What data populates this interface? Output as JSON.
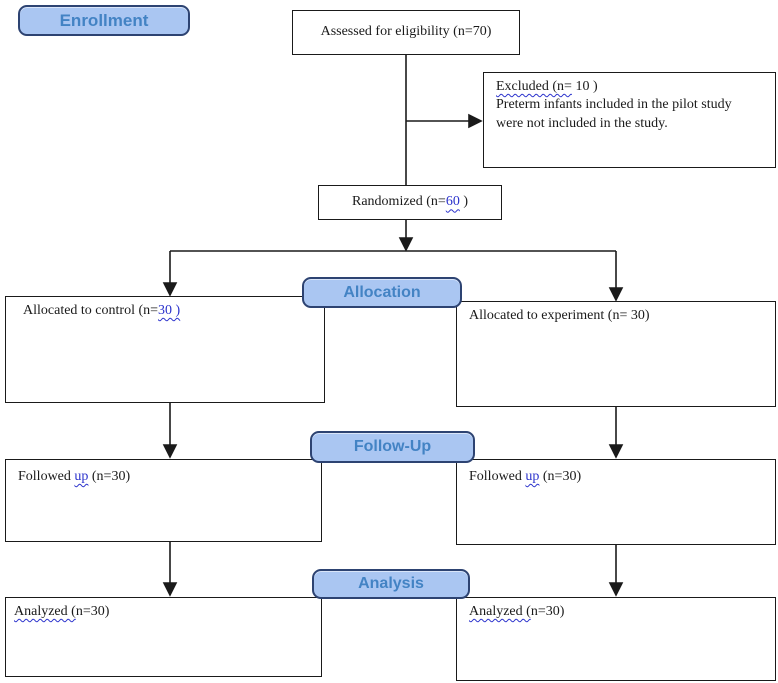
{
  "stages": {
    "enrollment": {
      "label": "Enrollment"
    },
    "allocation": {
      "label": "Allocation"
    },
    "followup": {
      "label": "Follow-Up"
    },
    "analysis": {
      "label": "Analysis"
    }
  },
  "boxes": {
    "assessed": {
      "text": "Assessed for eligibility (n=70)"
    },
    "excluded": {
      "line1_marked": "Excluded (n=",
      "line1_rest": " 10 )",
      "line2": "Preterm infants included in the pilot study",
      "line3": "were not included in the study."
    },
    "randomized": {
      "prefix": "Randomized (n=",
      "marked": "60",
      "suffix": " )"
    },
    "allocated_control": {
      "prefix": "Allocated to control (n=",
      "marked": "30 )"
    },
    "allocated_experiment": {
      "text": "Allocated to experiment (n= 30)"
    },
    "followed_control": {
      "prefix": "Followed ",
      "marked": "up",
      "suffix": " (n=30)"
    },
    "followed_experiment": {
      "prefix": "Followed ",
      "marked": "up",
      "suffix": " (n=30)"
    },
    "analyzed_control": {
      "marked": "Analyzed (",
      "rest": "n=30)"
    },
    "analyzed_experiment": {
      "marked": "Analyzed (",
      "rest": "n=30)"
    }
  },
  "colors": {
    "badge_fill": "#aac6f2",
    "badge_border": "#2d4372",
    "badge_text": "#4383c4",
    "box_border": "#1a1a1a",
    "ink_blue": "#2b32cc",
    "squiggle": "#2b32cc",
    "text": "#1a1a1a",
    "background": "#ffffff"
  }
}
